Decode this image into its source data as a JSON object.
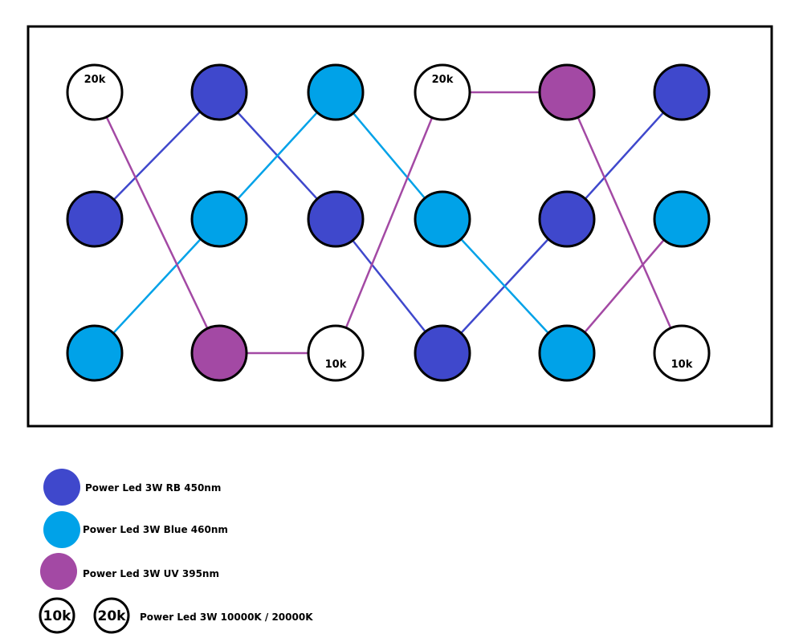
{
  "colors": {
    "rb": "#3f48cc",
    "blue": "#00a2e8",
    "uv": "#a349a4",
    "white": "#ffffff",
    "outline": "#000000"
  },
  "led_types": {
    "rb": "Power Led 3W RB 450nm",
    "blue": "Power Led 3W Blue 460nm",
    "uv": "Power Led 3W UV 395nm",
    "white": "Power Led 3W 10000K / 20000K"
  },
  "rows": [
    [
      "20k",
      "rb",
      "blue",
      "20k",
      "uv",
      "rb"
    ],
    [
      "rb",
      "blue",
      "rb",
      "blue",
      "rb",
      "blue"
    ],
    [
      "blue",
      "uv",
      "10k",
      "rb",
      "blue",
      "10k"
    ]
  ],
  "chains": {
    "rb": [
      [
        1,
        0
      ],
      [
        0,
        1
      ],
      [
        1,
        2
      ],
      [
        2,
        3
      ],
      [
        1,
        4
      ],
      [
        0,
        5
      ]
    ],
    "blue": [
      [
        2,
        0
      ],
      [
        1,
        1
      ],
      [
        0,
        2
      ],
      [
        1,
        3
      ],
      [
        2,
        4
      ]
    ],
    "uv": [
      [
        0,
        0
      ],
      [
        2,
        1
      ],
      [
        2,
        2
      ],
      [
        0,
        3
      ],
      [
        0,
        4
      ],
      [
        2,
        5
      ]
    ],
    "uv2": [
      [
        2,
        4
      ],
      [
        1,
        5
      ]
    ]
  },
  "legend": {
    "rb_label": "Power Led 3W RB 450nm",
    "blue_label": "Power Led 3W Blue 460nm",
    "uv_label": "Power Led 3W UV 395nm",
    "white_label": "Power Led 3W 10000K / 20000K",
    "badge_10k": "10k",
    "badge_20k": "20k"
  }
}
